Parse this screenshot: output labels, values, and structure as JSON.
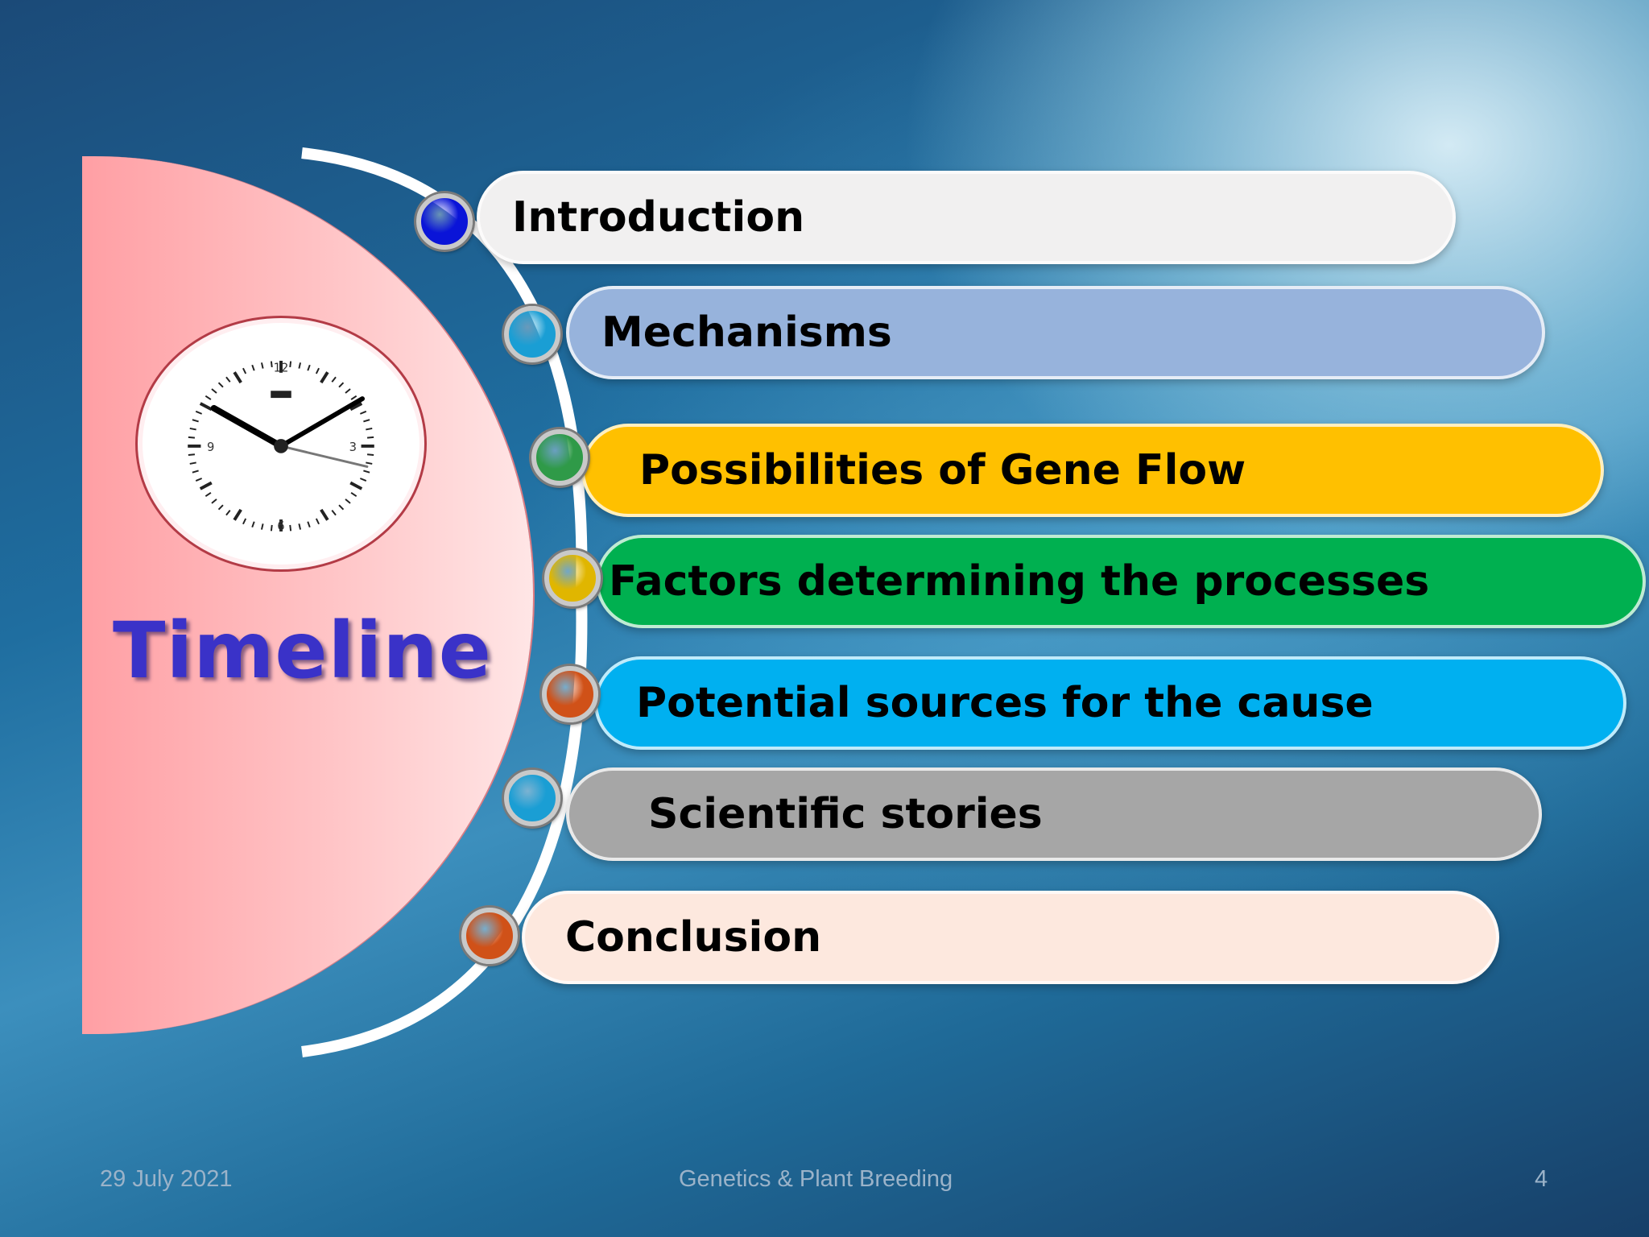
{
  "slide": {
    "title": "Timeline",
    "items": [
      {
        "label": "Introduction",
        "color": "#f1f0f0",
        "bullet": "#0a14d8"
      },
      {
        "label": "Mechanisms",
        "color": "#97b3dc",
        "bullet": "#1a9ed4"
      },
      {
        "label": "Possibilities of Gene Flow",
        "color": "#ffc000",
        "bullet": "#2f9a48"
      },
      {
        "label": "Factors determining the processes",
        "color": "#00b050",
        "bullet": "#e0b600"
      },
      {
        "label": "Potential sources for the cause",
        "color": "#00b0f0",
        "bullet": "#d05118"
      },
      {
        "label": "Scientific stories",
        "color": "#a6a6a6",
        "bullet": "#1a9ed4"
      },
      {
        "label": "Conclusion",
        "color": "#fde8de",
        "bullet": "#d05118"
      }
    ]
  },
  "footer": {
    "date": "29 July 2021",
    "course": "Genetics & Plant Breeding",
    "page": "4"
  },
  "icons": [
    "clock-icon"
  ]
}
